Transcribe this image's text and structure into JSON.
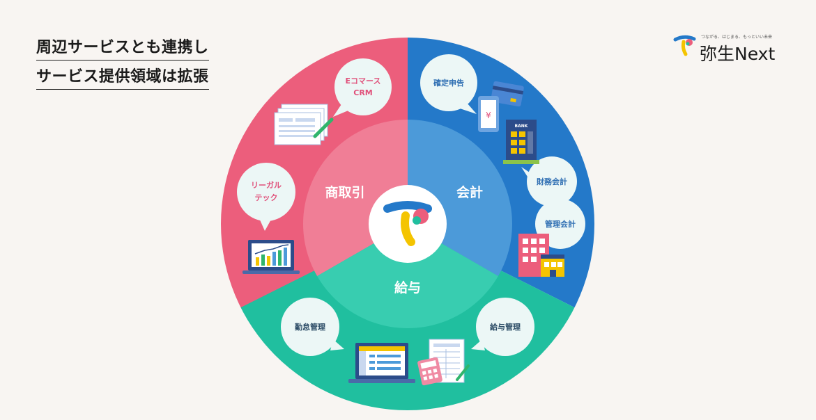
{
  "headline": {
    "line1": "周辺サービスとも連携し",
    "line2": "サービス提供領域は拡張"
  },
  "logo": {
    "tagline": "つながる、はじまる、もっといい未来",
    "name": "弥生Next",
    "icon": "yayoi-logo-icon"
  },
  "segments": {
    "commerce": "商取引",
    "accounting": "会計",
    "payroll": "給与"
  },
  "bubbles": {
    "ecommerce_line1": "Eコマース",
    "ecommerce_line2": "CRM",
    "legal_line1": "リーガル",
    "legal_line2": "テック",
    "tax_return": "確定申告",
    "financial_accounting": "財務会計",
    "management_accounting": "管理会計",
    "attendance": "勤怠管理",
    "payroll_management": "給与管理"
  },
  "illustrations": {
    "bank_label": "BANK",
    "yen_symbol": "¥"
  },
  "colors": {
    "commerce": "#ec5e7c",
    "commerce_inner": "#f07e96",
    "accounting": "#2479c9",
    "accounting_inner": "#4c9ad9",
    "payroll": "#20bf9f",
    "payroll_inner": "#38cdb0",
    "bubble_fill": "#ecf7f6",
    "commerce_text": "#e0507a",
    "accounting_text": "#2f6fb3",
    "payroll_text": "#2c4c66",
    "background": "#f8f5f2"
  }
}
